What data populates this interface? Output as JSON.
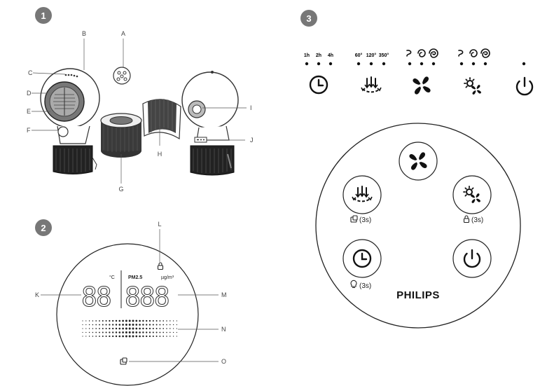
{
  "sections": [
    {
      "badge": "1"
    },
    {
      "badge": "2"
    },
    {
      "badge": "3"
    }
  ],
  "section1": {
    "callouts": [
      "A",
      "B",
      "C",
      "D",
      "E",
      "F",
      "G",
      "H",
      "I",
      "J"
    ]
  },
  "section2": {
    "callouts": {
      "k": "K",
      "l": "L",
      "m": "M",
      "n": "N",
      "o": "O"
    },
    "display": {
      "temp_unit": "°C",
      "pm_label": "PM2.5",
      "pm_unit": "µg/m³",
      "left_digits": "88",
      "right_digits": "888"
    }
  },
  "section3": {
    "indicators": {
      "timer": [
        "1h",
        "2h",
        "4h"
      ],
      "oscillation": [
        "60°",
        "120°",
        "350°"
      ]
    },
    "panel": {
      "left_top_hint": "(3s)",
      "right_top_hint": "(3s)",
      "left_bottom_hint": "(3s)",
      "brand": "PHILIPS"
    }
  },
  "icons": {
    "timer": "timer-icon",
    "oscillation": "oscillation-icon",
    "fan": "fan-icon",
    "heat": "heat-fan-icon",
    "power": "power-icon",
    "lock": "lock-icon",
    "filter": "filter-icon",
    "light": "light-icon"
  }
}
